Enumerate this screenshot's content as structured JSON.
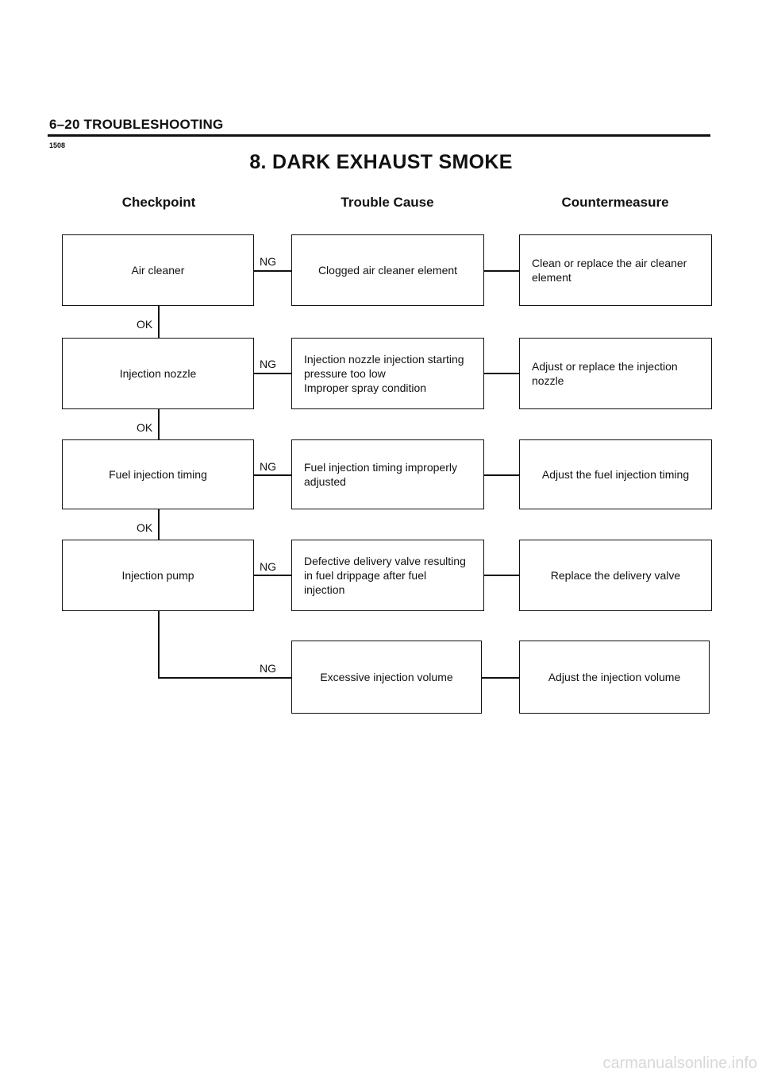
{
  "header": {
    "section": "6–20 TROUBLESHOOTING",
    "page_code": "1508"
  },
  "title": "8.  DARK EXHAUST SMOKE",
  "columns": {
    "checkpoint": "Checkpoint",
    "cause": "Trouble Cause",
    "countermeasure": "Countermeasure"
  },
  "labels": {
    "ng": "NG",
    "ok": "OK"
  },
  "rows": [
    {
      "checkpoint": "Air cleaner",
      "cause": "Clogged air cleaner element",
      "countermeasure": "Clean or replace the air cleaner\nelement"
    },
    {
      "checkpoint": "Injection nozzle",
      "cause": "Injection nozzle injection starting\npressure too low\nImproper spray condition",
      "countermeasure": "Adjust or replace the injection\nnozzle"
    },
    {
      "checkpoint": "Fuel injection timing",
      "cause": "Fuel injection timing improperly\nadjusted",
      "countermeasure": "Adjust the fuel injection timing"
    },
    {
      "checkpoint": "Injection pump",
      "cause": "Defective delivery valve resulting\nin fuel drippage after fuel\ninjection",
      "countermeasure": "Replace the delivery valve"
    },
    {
      "cause": "Excessive injection volume",
      "countermeasure": "Adjust the injection volume"
    }
  ],
  "footer": "carmanualsonline.info"
}
